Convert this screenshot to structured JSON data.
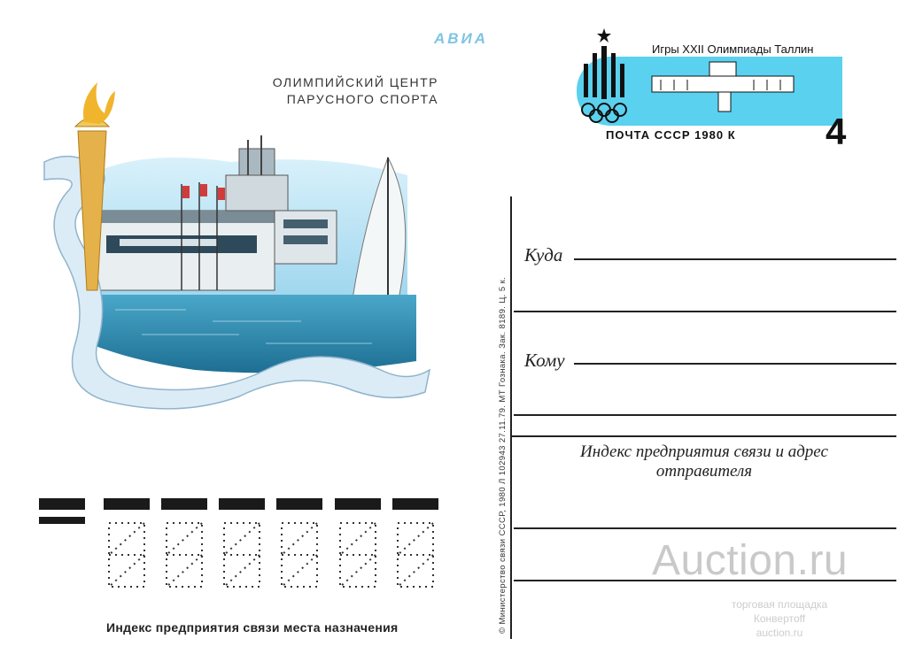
{
  "postcard": {
    "airmail_label": "АВИА",
    "picture_title_line1": "ОЛИМПИЙСКИЙ ЦЕНТР",
    "picture_title_line2": "ПАРУСНОГО СПОРТА"
  },
  "stamp": {
    "title": "Игры XXII Олимпиады  Таллин",
    "footer": "ПОЧТА СССР 1980 К",
    "value": "4"
  },
  "address": {
    "to_where_label": "Куда",
    "to_whom_label": "Кому",
    "sender_line1": "Индекс предприятия связи и адрес",
    "sender_line2": "отправителя"
  },
  "imprint": "© Министерство связи СССР, 1980 Л 102943 27.11.79. МТ Гознака. Зак. 8189. Ц. 5 к.",
  "postal_index": {
    "caption": "Индекс предприятия связи места назначения"
  },
  "watermark": {
    "main": "Auction.ru",
    "line1": "торговая площадка",
    "line2": "Конвертoff",
    "line3": "auction.ru"
  },
  "colors": {
    "stamp_cyan": "#5ad1ef",
    "avia_blue": "#7ec4e4",
    "ink": "#222222"
  }
}
